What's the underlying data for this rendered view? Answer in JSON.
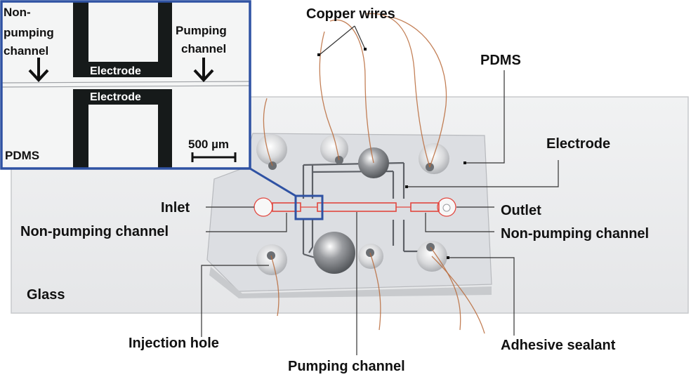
{
  "labels": {
    "copper_wires": "Copper wires",
    "pdms": "PDMS",
    "electrode": "Electrode",
    "inlet": "Inlet",
    "outlet": "Outlet",
    "non_pumping_left": "Non-pumping channel",
    "non_pumping_right": "Non-pumping channel",
    "glass": "Glass",
    "injection_hole": "Injection hole",
    "pumping_channel": "Pumping channel",
    "adhesive_sealant": "Adhesive sealant"
  },
  "inset": {
    "non_pumping": [
      "Non-",
      "pumping",
      "channel"
    ],
    "pumping": [
      "Pumping",
      "channel"
    ],
    "electrode_top": "Electrode",
    "electrode_bottom": "Electrode",
    "pdms": "PDMS",
    "scale_bar": "500 µm"
  },
  "colors": {
    "inset_frame": "#2f52a3",
    "channel_outline": "#e2473f",
    "glass": "#ecedef",
    "pdms": "#dcdee2",
    "electrode_dark": "#161a1a",
    "copper_wire": "#b86a3a"
  }
}
